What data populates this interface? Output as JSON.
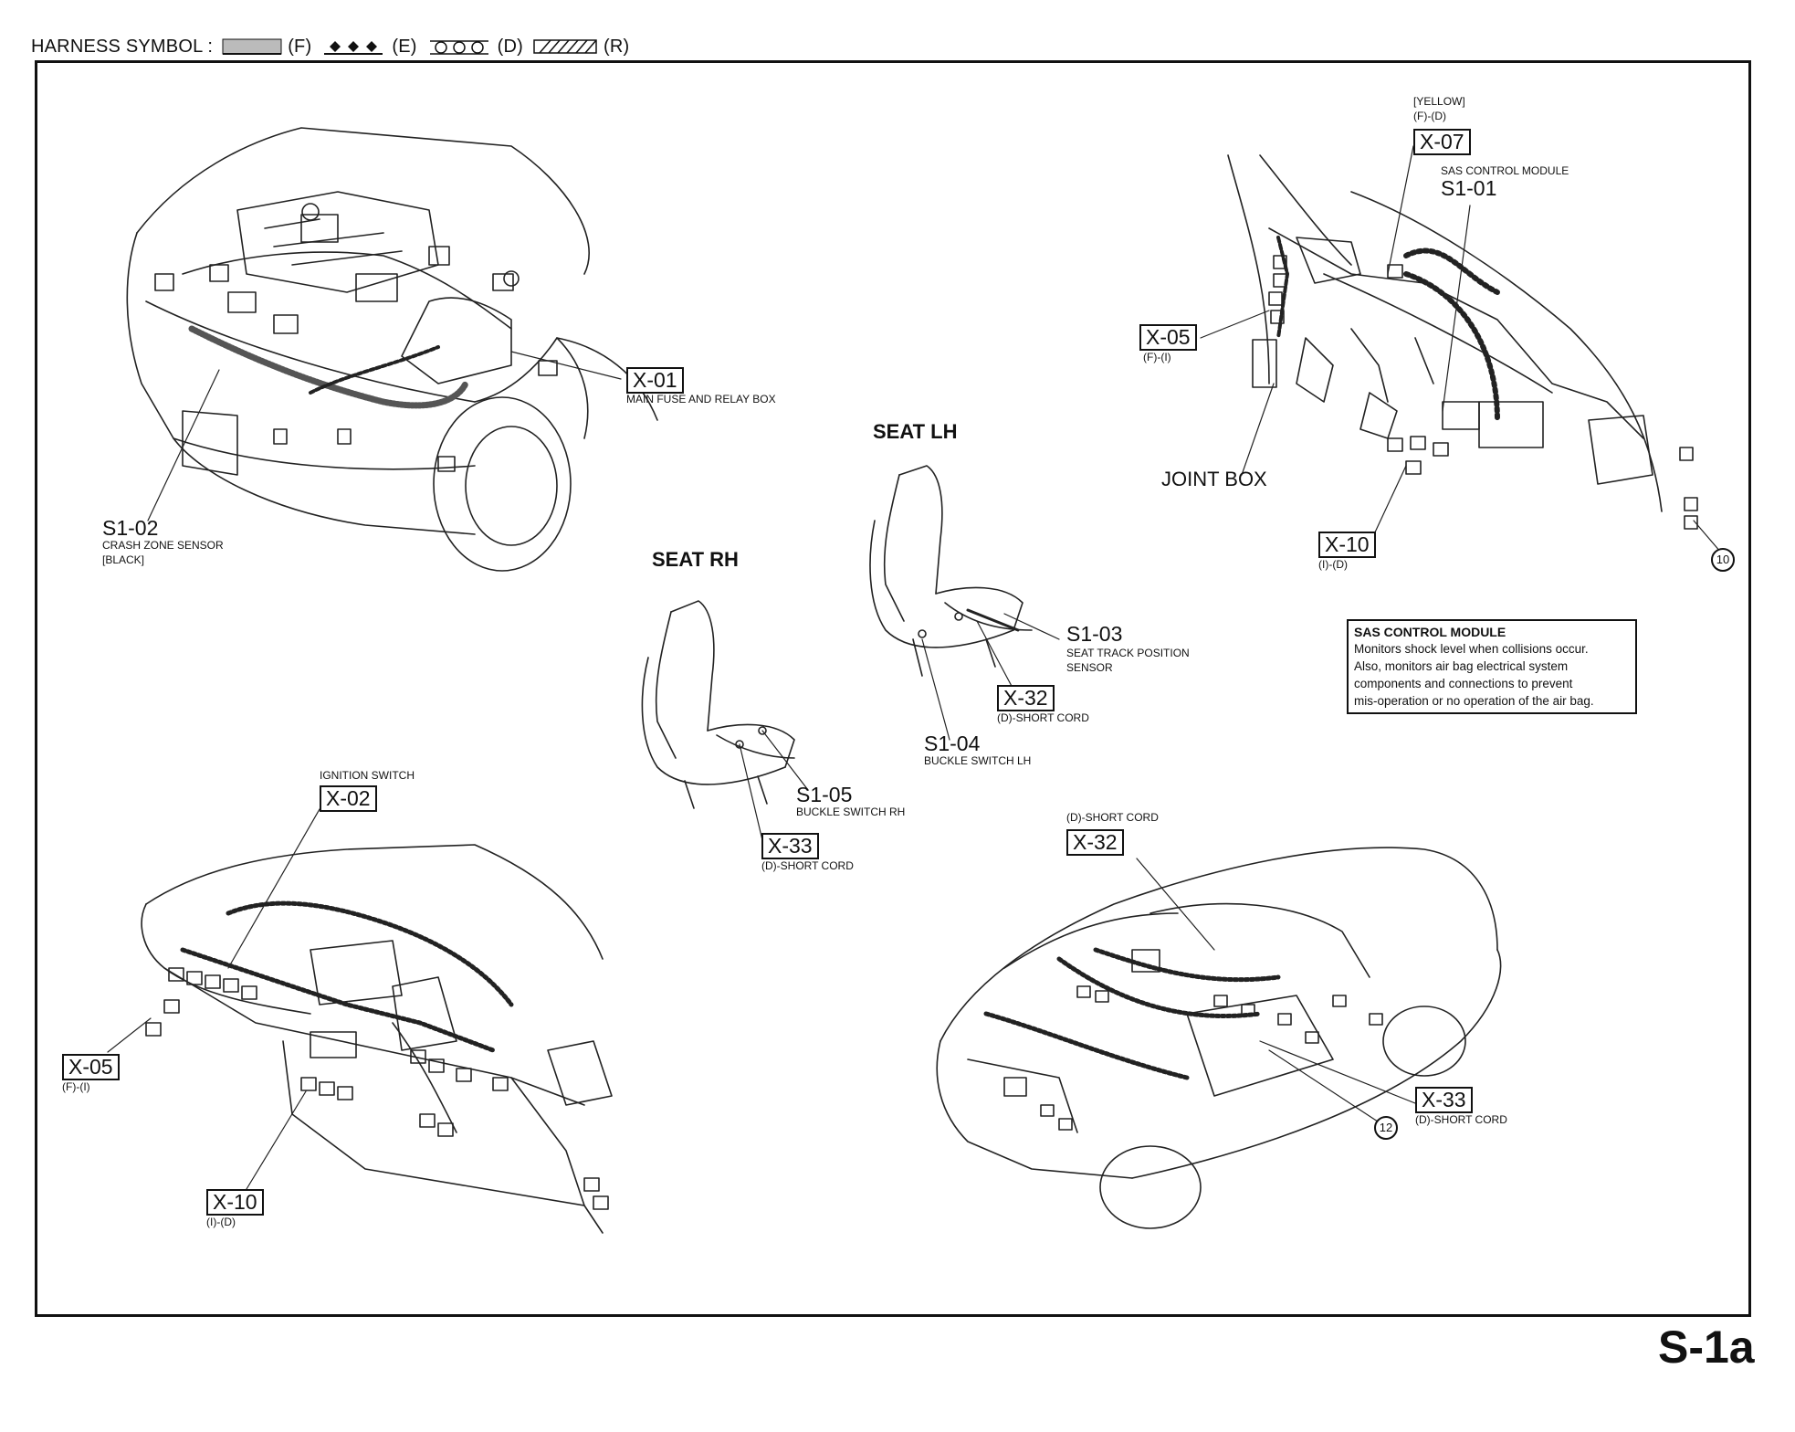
{
  "harness_legend": {
    "title": "HARNESS SYMBOL :",
    "items": [
      {
        "code": "(F)",
        "pattern": "stipple"
      },
      {
        "code": "(E)",
        "pattern": "diamonds"
      },
      {
        "code": "(D)",
        "pattern": "circles"
      },
      {
        "code": "(R)",
        "pattern": "hatch"
      }
    ]
  },
  "engine_view": {
    "x01": {
      "code": "X-01",
      "desc": "MAIN FUSE AND RELAY BOX"
    },
    "s102": {
      "code": "S1-02",
      "desc": "CRASH ZONE SENSOR",
      "note": "[BLACK]"
    }
  },
  "cabin_view": {
    "yellow_note": "[YELLOW]",
    "x07": {
      "code": "X-07",
      "harness": "(F)-(D)"
    },
    "s101": {
      "code": "S1-01",
      "desc": "SAS CONTROL MODULE"
    },
    "x05": {
      "code": "X-05",
      "harness": "(F)-(I)"
    },
    "joint_box": "JOINT BOX",
    "x10": {
      "code": "X-10",
      "harness": "(I)-(D)"
    },
    "circle_ten": "10"
  },
  "seat_lh": {
    "heading": "SEAT LH",
    "s103": {
      "code": "S1-03",
      "desc_line1": "SEAT TRACK POSITION",
      "desc_line2": "SENSOR"
    },
    "x32": {
      "code": "X-32",
      "desc": "(D)-SHORT CORD"
    },
    "s104": {
      "code": "S1-04",
      "desc": "BUCKLE SWITCH LH"
    }
  },
  "seat_rh": {
    "heading": "SEAT RH",
    "s105": {
      "code": "S1-05",
      "desc": "BUCKLE SWITCH RH"
    },
    "x33": {
      "code": "X-33",
      "desc": "(D)-SHORT CORD"
    }
  },
  "infobox": {
    "title": "SAS CONTROL MODULE",
    "lines": [
      "Monitors shock level when collisions occur.",
      "Also, monitors air bag electrical system",
      "components and connections to prevent",
      "mis-operation or no operation of the air bag."
    ]
  },
  "dash_view": {
    "ign_label": "IGNITION SWITCH",
    "x02": {
      "code": "X-02"
    },
    "x05": {
      "code": "X-05",
      "harness": "(F)-(I)"
    },
    "x10": {
      "code": "X-10",
      "harness": "(I)-(D)"
    }
  },
  "car_view": {
    "x32": {
      "code": "X-32",
      "desc": "(D)-SHORT CORD"
    },
    "x33": {
      "code": "X-33",
      "desc": "(D)-SHORT CORD"
    },
    "circle_twelve": "12"
  },
  "page_number": "S-1a"
}
